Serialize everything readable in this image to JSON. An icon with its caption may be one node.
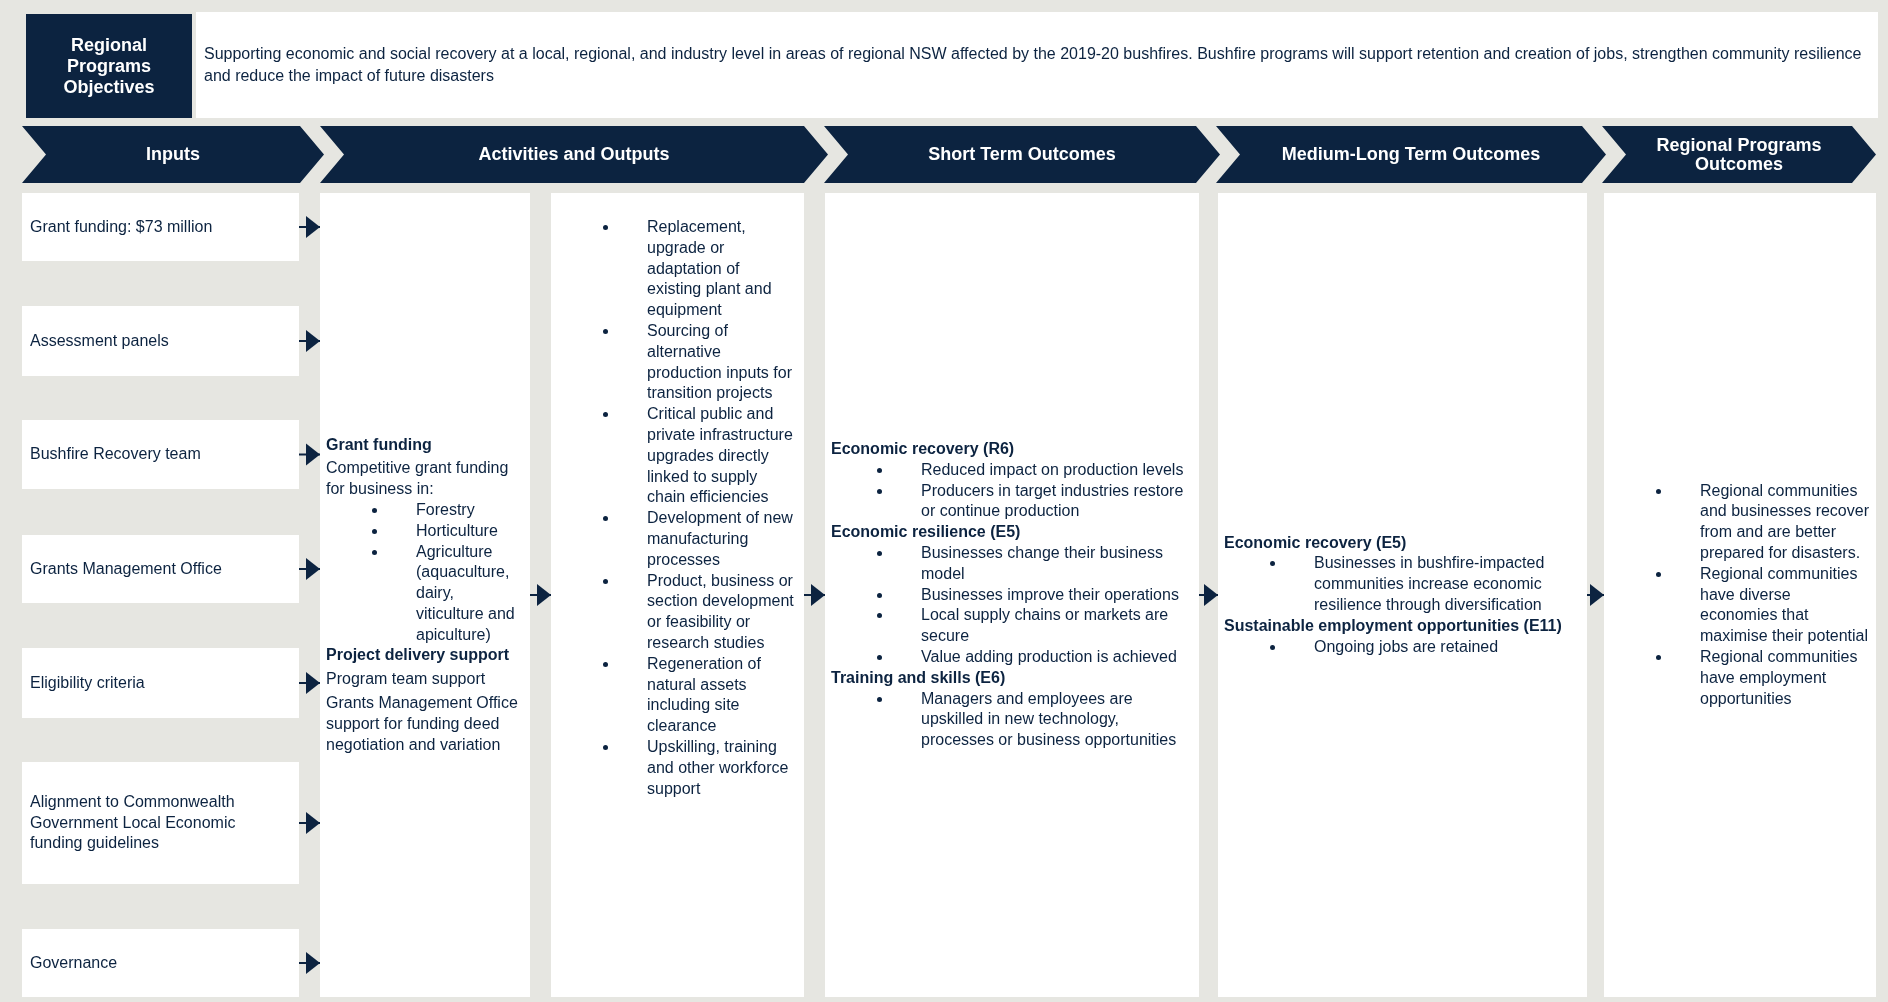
{
  "diagram": {
    "nodes": [
      {
        "text": [
          "Regional Programs Objectives"
        ]
      },
      {
        "text": [
          "Supporting economic and social recovery at a local, regional, and industry level in areas of regional NSW affected by the 2019-20 bushfires. Bushfire programs will support retention and creation of jobs, strengthen community resilience and reduce the impact of future disasters"
        ]
      },
      {
        "text": [
          "Inputs"
        ]
      },
      {
        "text": [
          "Activities and Outputs"
        ]
      },
      {
        "text": [
          "Short Term Outcomes"
        ]
      },
      {
        "text": [
          "Medium-Long Term Outcomes"
        ]
      },
      {
        "text": [
          "Regional Programs Outcomes"
        ]
      },
      {
        "text": [
          "Grant funding: $73 million"
        ]
      },
      {
        "text": [
          "Assessment panels"
        ]
      },
      {
        "text": [
          "Bushfire Recovery team"
        ]
      },
      {
        "text": [
          "Grants Management Office"
        ]
      },
      {
        "text": [
          "Eligibility criteria"
        ]
      },
      {
        "text": [
          "Alignment to Commonwealth Government Local Economic funding guidelines"
        ]
      },
      {
        "text": [
          "Governance"
        ]
      },
      {
        "text": [
          "Grant funding",
          "Competitive grant funding for business in:",
          "Forestry",
          "Horticulture",
          "Agriculture (aquaculture, dairy, viticulture and apiculture)",
          "Project delivery support",
          "Program team support",
          "Grants Management Office support for funding deed negotiation and variation"
        ]
      },
      {
        "text": [
          "Replacement, upgrade or adaptation of existing plant and equipment",
          "Sourcing of alternative production inputs for transition projects",
          "Critical public and private infrastructure upgrades directly linked to supply chain efficiencies",
          "Development of new manufacturing processes",
          "Product, business or section development or feasibility or research studies",
          "Regeneration of natural assets including site clearance",
          "Upskilling, training and other workforce support"
        ]
      },
      {
        "text": [
          "Economic recovery (R6)",
          "Reduced impact on production levels",
          "Producers in target industries restore or continue production",
          "Economic resilience (E5)",
          "Businesses change their business model",
          "Businesses improve their operations",
          "Local supply chains or markets are secure",
          "Value adding production is achieved",
          "Training and skills (E6)",
          "Managers and employees are upskilled in new technology, processes or business opportunities"
        ]
      },
      {
        "text": [
          "Economic recovery (E5)",
          "Businesses in bushfire-impacted communities increase economic resilience through diversification",
          "Sustainable employment opportunities (E11)",
          "Ongoing jobs are retained"
        ]
      },
      {
        "text": [
          "Regional communities and businesses recover from and are better prepared for disasters.",
          "Regional communities have diverse economies that maximise their potential",
          "Regional communities have employment opportunities"
        ]
      }
    ],
    "edges": [
      {
        "from": 7,
        "to": 14,
        "arrow": "to"
      },
      {
        "from": 8,
        "to": 14,
        "arrow": "to"
      },
      {
        "from": 9,
        "to": 14,
        "arrow": "to"
      },
      {
        "from": 10,
        "to": 14,
        "arrow": "to"
      },
      {
        "from": 11,
        "to": 14,
        "arrow": "to"
      },
      {
        "from": 12,
        "to": 14,
        "arrow": "to"
      },
      {
        "from": 13,
        "to": 14,
        "arrow": "to"
      },
      {
        "from": 14,
        "to": 15,
        "arrow": "to"
      },
      {
        "from": 15,
        "to": 16,
        "arrow": "to"
      },
      {
        "from": 16,
        "to": 17,
        "arrow": "to"
      },
      {
        "from": 17,
        "to": 18,
        "arrow": "to"
      }
    ]
  }
}
